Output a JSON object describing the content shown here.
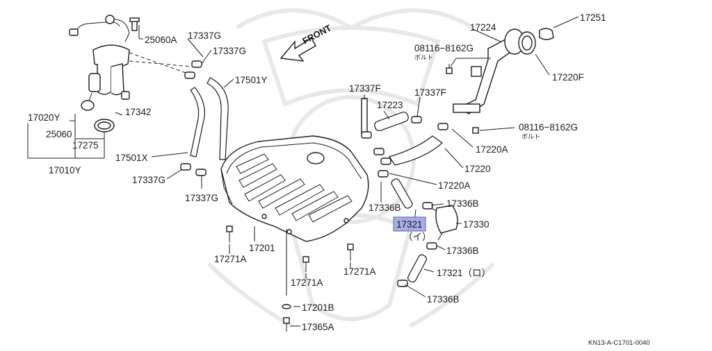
{
  "diagram": {
    "front_label": "FRONT",
    "highlight_color": "#a8ade6",
    "labels": {
      "l_25060A": "25060A",
      "l_17337G_a": "17337G",
      "l_17337G_b": "17337G",
      "l_17501Y": "17501Y",
      "l_17020Y": "17020Y",
      "l_25060": "25060",
      "l_17275": "17275",
      "l_17342": "17342",
      "l_17010Y": "17010Y",
      "l_17501X": "17501X",
      "l_17337G_c": "17337G",
      "l_17337G_d": "17337G",
      "l_17337F_a": "17337F",
      "l_17223": "17223",
      "l_17337F_b": "17337F",
      "l_17224": "17224",
      "l_17251": "17251",
      "l_08116_a": "08116−8162G",
      "l_bolt_a": "ボルト",
      "l_17220F": "17220F",
      "l_08116_b": "08116−8162G",
      "l_bolt_b": "ボルト",
      "l_17220A_a": "17220A",
      "l_17220": "17220",
      "l_17220A_b": "17220A",
      "l_17336B_a": "17336B",
      "l_17336B_b": "17336B",
      "l_17321": "17321",
      "l_17330": "17330",
      "l_i": "（イ）",
      "l_17336B_c": "17336B",
      "l_17321_ro": "17321（ロ）",
      "l_17336B_d": "17336B",
      "l_17271A_a": "17271A",
      "l_17201": "17201",
      "l_17271A_b": "17271A",
      "l_17271A_c": "17271A",
      "l_17201B": "17201B",
      "l_17365A": "17365A"
    },
    "reference_code": "KN13-A-C1701-0040"
  }
}
